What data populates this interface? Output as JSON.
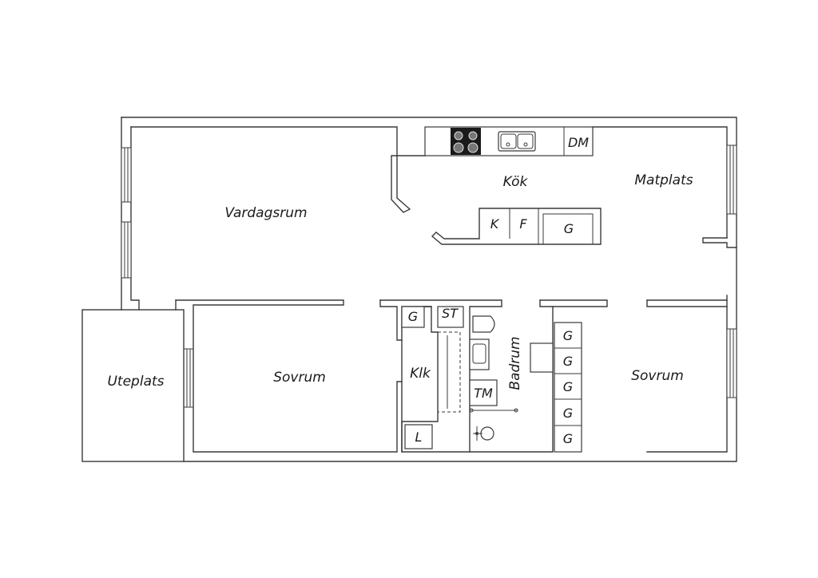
{
  "rooms": {
    "vardagsrum": "Vardagsrum",
    "kok": "Kök",
    "matplats": "Matplats",
    "uteplats": "Uteplats",
    "sovrum_left": "Sovrum",
    "klk": "Klk",
    "badrum": "Badrum",
    "sovrum_right": "Sovrum"
  },
  "fixtures": {
    "dishwasher": "DM",
    "fridge": "K",
    "freezer": "F",
    "kitchen_cabinet": "G",
    "closet_wardrobe": "G",
    "storage": "ST",
    "linen": "L",
    "dryer": "TM",
    "wardrobe_right": [
      "G",
      "G",
      "G",
      "G",
      "G"
    ]
  }
}
